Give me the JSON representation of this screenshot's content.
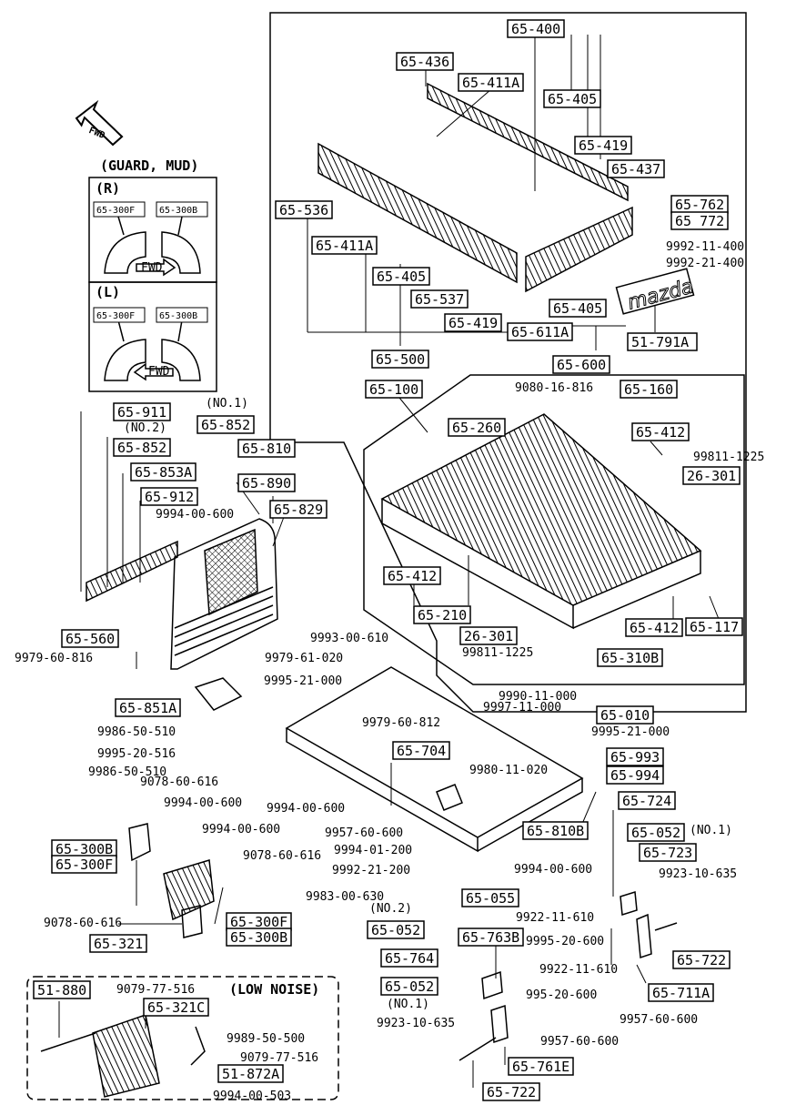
{
  "headings": {
    "fwd": "FWD",
    "guard_mud": "(GUARD, MUD)",
    "guard_r": "(R)",
    "guard_l": "(L)",
    "low_noise": "(LOW NOISE)",
    "brand": "mazda"
  },
  "guard_panel": {
    "r_left": "65-300F",
    "r_right": "65-300B",
    "r_arrow": "FWD",
    "l_left": "65-300F",
    "l_right": "65-300B",
    "l_arrow": "FWD"
  },
  "boxed": {
    "b65400": "65-400",
    "b65436": "65-436",
    "b65411A_t": "65-411A",
    "b65405_t": "65-405",
    "b65419_t": "65-419",
    "b65437": "65-437",
    "b65536": "65-536",
    "b65762": "65-762",
    "b65772": "65 772",
    "b65411A_l": "65-411A",
    "b65405_m": "65-405",
    "b65537": "65-537",
    "b65419_m": "65-419",
    "b65405_r": "65-405",
    "b65611A": "65-611A",
    "b65500": "65-500",
    "b65600": "65-600",
    "b51791A": "51-791A",
    "b65100": "65-100",
    "b65160": "65-160",
    "b65260": "65-260",
    "b65412_a": "65-412",
    "b26301_a": "26-301",
    "b65412_b": "65-412",
    "b65210": "65-210",
    "b65412_c": "65-412",
    "b65117": "65-117",
    "b26301_b": "26-301",
    "b65310B": "65-310B",
    "b65911": "65-911",
    "b65852_a": "65-852",
    "b65852_b": "65-852",
    "b65853A": "65-853A",
    "b65912": "65-912",
    "b65810": "65-810",
    "b65890": "65-890",
    "b65829": "65-829",
    "b65560": "65-560",
    "b65851A": "65-851A",
    "b65704": "65-704",
    "b65010": "65-010",
    "b65993": "65-993",
    "b65994": "65-994",
    "b65724": "65-724",
    "b65810B": "65-810B",
    "b65052_a": "65-052",
    "b65723": "65-723",
    "b65300B_l": "65-300B",
    "b65300F_l": "65-300F",
    "b65300F_r": "65-300F",
    "b65300B_r": "65-300B",
    "b65055": "65-055",
    "b65052_b": "65-052",
    "b65321": "65-321",
    "b65763B": "65-763B",
    "b65764": "65-764",
    "b65052_c": "65-052",
    "b65722_a": "65-722",
    "b65711A": "65-711A",
    "b65761E": "65-761E",
    "b65722_b": "65-722",
    "b51880": "51-880",
    "b65321C": "65-321C",
    "b51872A": "51-872A"
  },
  "notes": {
    "no1_a": "(NO.1)",
    "no2_a": "(NO.2)",
    "no1_b": "(NO.1)",
    "no2_b": "(NO.2)",
    "no1_c": "(NO.1)"
  },
  "parts": {
    "p9992_11_400": "9992-11-400",
    "p9992_21_400": "9992-21-400",
    "p9080_16_816": "9080-16-816",
    "p99811_1225_a": "99811-1225",
    "p99811_1225_b": "99811-1225",
    "p9994_00_600_a": "9994-00-600",
    "p9993_00_610": "9993-00-610",
    "p9979_60_816": "9979-60-816",
    "p9979_61_020": "9979-61-020",
    "p9995_21_000_a": "9995-21-000",
    "p9990_11_000": "9990-11-000",
    "p9997_11_000": "9997-11-000",
    "p9995_21_000_b": "9995-21-000",
    "p9986_50_510_a": "9986-50-510",
    "p9979_60_812": "9979-60-812",
    "p9995_20_516": "9995-20-516",
    "p9986_50_510_b": "9986-50-510",
    "p9078_60_616_a": "9078-60-616",
    "p9980_11_020": "9980-11-020",
    "p9994_00_600_b": "9994-00-600",
    "p9994_00_600_c": "9994-00-600",
    "p9994_00_600_d": "9994-00-600",
    "p9957_60_600_a": "9957-60-600",
    "p9994_01_200": "9994-01-200",
    "p9078_60_616_b": "9078-60-616",
    "p9992_21_200": "9992-21-200",
    "p9994_00_600_e": "9994-00-600",
    "p9923_10_635_a": "9923-10-635",
    "p9983_00_630": "9983-00-630",
    "p9078_60_616_c": "9078-60-616",
    "p9922_11_610_a": "9922-11-610",
    "p9995_20_600_a": "9995-20-600",
    "p9922_11_610_b": "9922-11-610",
    "p995_20_600": "995-20-600",
    "p9957_60_600_b": "9957-60-600",
    "p9923_10_635_b": "9923-10-635",
    "p9957_60_600_c": "9957-60-600",
    "p9079_77_516_a": "9079-77-516",
    "p9989_50_500": "9989-50-500",
    "p9079_77_516_b": "9079-77-516",
    "p9994_00_503": "9994-00-503"
  }
}
